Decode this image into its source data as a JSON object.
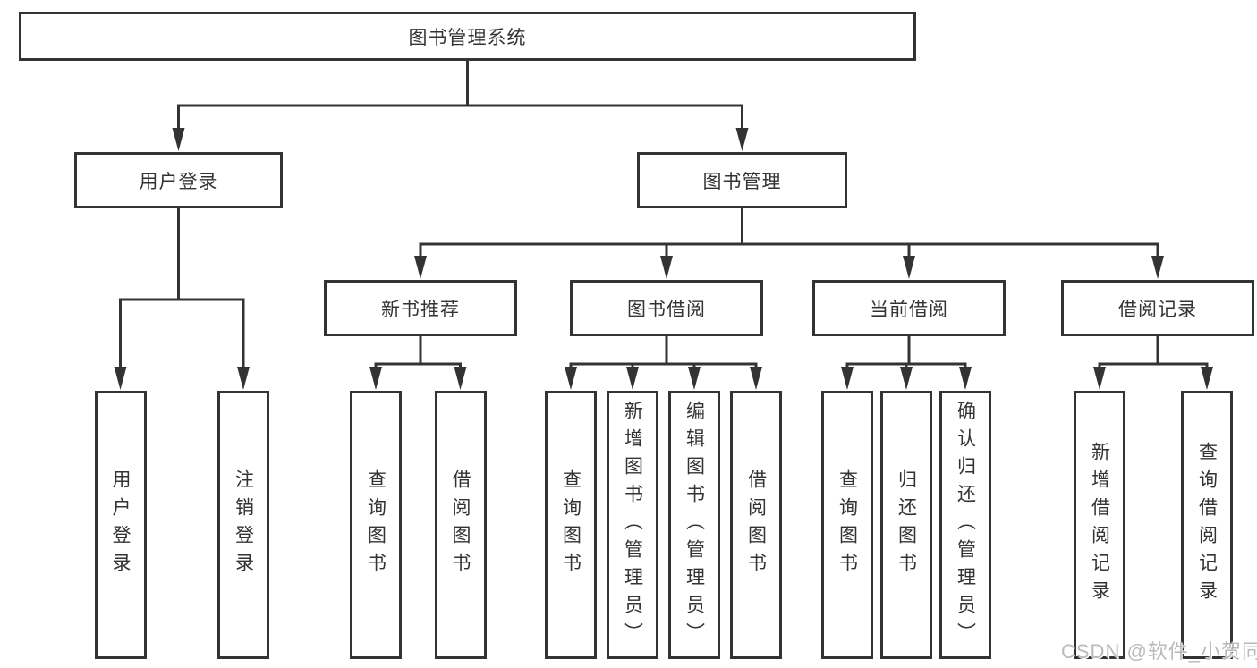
{
  "diagram": {
    "root": {
      "label": "图书管理系统"
    },
    "level2": [
      {
        "label": "用户登录",
        "children": [
          {
            "label": "用户登录"
          },
          {
            "label": "注销登录"
          }
        ]
      },
      {
        "label": "图书管理",
        "children": [
          {
            "label": "新书推荐",
            "children": [
              {
                "label": "查询图书"
              },
              {
                "label": "借阅图书"
              }
            ]
          },
          {
            "label": "图书借阅",
            "children": [
              {
                "label": "查询图书"
              },
              {
                "label": "新增图书（管理员）"
              },
              {
                "label": "编辑图书（管理员）"
              },
              {
                "label": "借阅图书"
              }
            ]
          },
          {
            "label": "当前借阅",
            "children": [
              {
                "label": "查询图书"
              },
              {
                "label": "归还图书"
              },
              {
                "label": "确认归还（管理员）"
              }
            ]
          },
          {
            "label": "借阅记录",
            "children": [
              {
                "label": "新增借阅记录"
              },
              {
                "label": "查询借阅记录"
              }
            ]
          }
        ]
      }
    ]
  },
  "watermark": {
    "text": "CSDN @软件_小贺同学"
  },
  "colors": {
    "line": "#333333",
    "text": "#333333",
    "background": "#ffffff",
    "watermark": "#b9b9b9"
  }
}
